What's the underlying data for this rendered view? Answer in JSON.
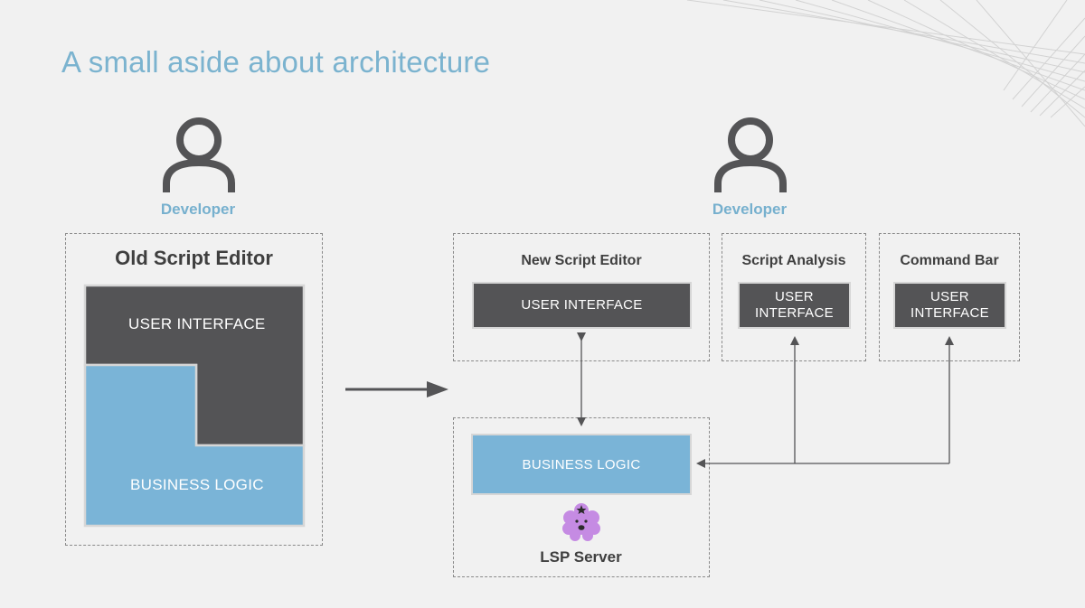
{
  "slide": {
    "title": "A small aside about architecture",
    "colors": {
      "background": "#f1f1f1",
      "accent": "#7bb3cf",
      "dark_box": "#545456",
      "blue_box": "#7ab4d7",
      "icon": "#545456",
      "lsp_mascot": "#c58be3"
    }
  },
  "old": {
    "developer_label": "Developer",
    "developer_icon": "person-icon",
    "editor_title": "Old Script Editor",
    "ui_label": "USER INTERFACE",
    "logic_label": "BUSINESS LOGIC"
  },
  "transition_icon": "arrow-right-icon",
  "new": {
    "developer_label": "Developer",
    "developer_icon": "person-icon",
    "clients": [
      {
        "title": "New Script Editor",
        "ui_label": "USER INTERFACE"
      },
      {
        "title": "Script Analysis",
        "ui_label": "USER\nINTERFACE"
      },
      {
        "title": "Command Bar",
        "ui_label": "USER\nINTERFACE"
      }
    ],
    "server": {
      "logic_label": "BUSINESS LOGIC",
      "mascot_icon": "lumpy-space-mascot-icon",
      "label": "LSP Server"
    }
  }
}
